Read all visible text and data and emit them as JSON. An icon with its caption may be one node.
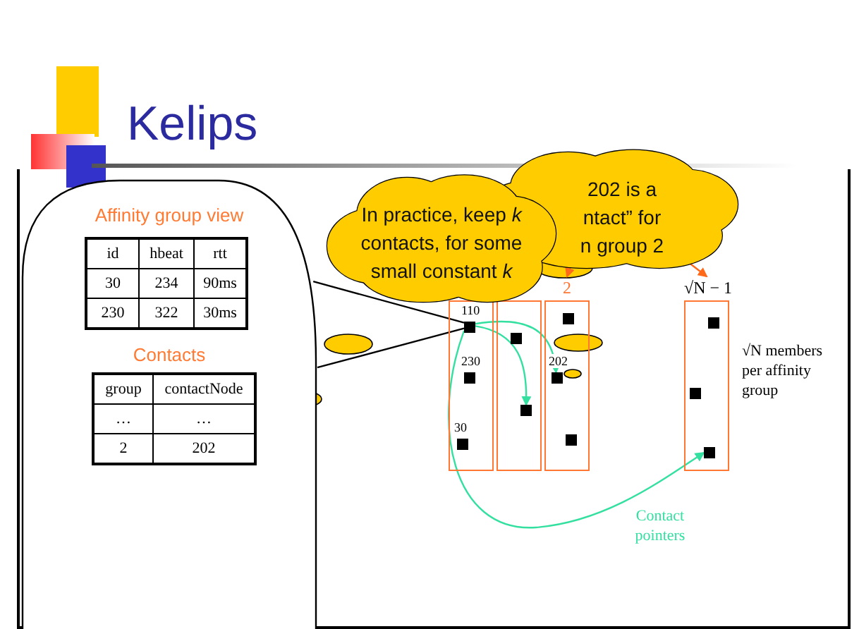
{
  "diagram": {
    "title": "Kelips",
    "nodes": [
      {
        "text": [
          "Affinity group view",
          "Contacts"
        ]
      },
      {
        "text": [
          "In practice, keep *k* contacts, for some small constant *k*"
        ]
      },
      {
        "text": [
          "202 is a ntact” for n group 2"
        ]
      },
      {
        "text": [],
        "shape": "box"
      },
      {
        "text": [],
        "shape": "box",
        "in": 3,
        "beside": [
          "110"
        ]
      },
      {
        "text": [],
        "shape": "box",
        "in": 3,
        "beside": [
          "230"
        ]
      },
      {
        "text": [],
        "shape": "box",
        "in": 3,
        "beside": [
          "30"
        ]
      },
      {
        "text": [],
        "shape": "box"
      },
      {
        "text": [],
        "shape": "box",
        "in": 7
      },
      {
        "text": [],
        "shape": "box",
        "in": 7
      },
      {
        "text": [
          "2"
        ]
      },
      {
        "text": [],
        "shape": "box",
        "in": 10
      },
      {
        "text": [],
        "shape": "box",
        "in": 10,
        "beside": [
          "202"
        ]
      },
      {
        "text": [],
        "shape": "box",
        "in": 10
      },
      {
        "text": [
          "√N − 1"
        ]
      },
      {
        "text": [],
        "shape": "box",
        "in": 14
      },
      {
        "text": [],
        "shape": "box",
        "in": 14
      },
      {
        "text": [],
        "shape": "box",
        "in": 14
      }
    ],
    "edges": [
      {
        "from": 4,
        "to": 0,
        "arrow": "none",
        "color": "#000000"
      },
      {
        "from": 4,
        "to": 0,
        "arrow": "none",
        "color": "#000000"
      },
      {
        "from": 4,
        "to": 9,
        "arrow": "to",
        "color": "#33e0a0"
      },
      {
        "from": 4,
        "to": 12,
        "arrow": "to",
        "color": "#33e0a0"
      },
      {
        "from": 4,
        "to": 17,
        "arrow": "to",
        "color": "#33e0a0"
      },
      {
        "from": 2,
        "to": 14,
        "arrow": "to",
        "color": "#ff6a1a"
      },
      {
        "from": 2,
        "to": 10,
        "arrow": "to",
        "color": "#ff6a1a"
      }
    ],
    "labels": [
      "id",
      "hbeat",
      "rtt",
      "30",
      "234",
      "90ms",
      "230",
      "322",
      "30ms",
      "group",
      "contactNode",
      "…",
      "…",
      "2",
      "202",
      "√N members per affinity group",
      "Contact pointers"
    ]
  }
}
